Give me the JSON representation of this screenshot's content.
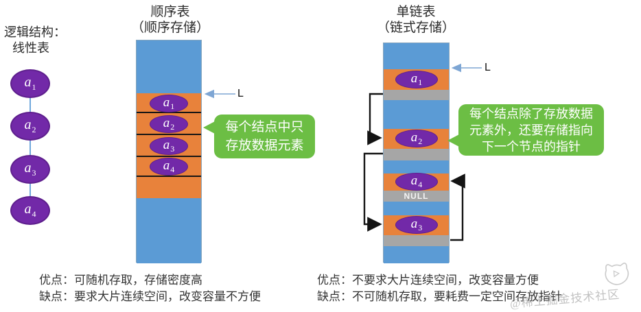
{
  "logical": {
    "title_line1": "逻辑结构：",
    "title_line2": "线性表",
    "nodes": [
      {
        "base": "a",
        "sub": "1"
      },
      {
        "base": "a",
        "sub": "2"
      },
      {
        "base": "a",
        "sub": "3"
      },
      {
        "base": "a",
        "sub": "4"
      }
    ]
  },
  "seq": {
    "title_line1": "顺序表",
    "title_line2": "（顺序存储）",
    "pointer_label": "L",
    "cells": [
      {
        "base": "a",
        "sub": "1"
      },
      {
        "base": "a",
        "sub": "2"
      },
      {
        "base": "a",
        "sub": "3"
      },
      {
        "base": "a",
        "sub": "4"
      }
    ],
    "callout_line1": "每个结点中只",
    "callout_line2": "存放数据元素"
  },
  "linked": {
    "title_line1": "单链表",
    "title_line2": "（链式存储）",
    "pointer_label": "L",
    "nodes": [
      {
        "base": "a",
        "sub": "1"
      },
      {
        "base": "a",
        "sub": "2"
      },
      {
        "base": "a",
        "sub": "4"
      },
      {
        "base": "a",
        "sub": "3"
      }
    ],
    "null_label": "NULL",
    "callout_line1": "每个结点除了存放数据",
    "callout_line2": "元素外，还要存储指向",
    "callout_line3": "下一个节点的指针"
  },
  "notes": {
    "seq_pros": "优点：可随机存取，存储密度高",
    "seq_cons": "缺点：要求大片连续空间，改变容量不方便",
    "linked_pros": "优点：不要求大片连续空间，改变容量方便",
    "linked_cons": "缺点：不可随机存取，要耗费一定空间存放指针"
  },
  "watermark": {
    "text": "@稀土掘金技术社区"
  },
  "palette": {
    "blue": "#5B9BD5",
    "orange": "#E8823B",
    "purple": "#7229A8",
    "gray": "#A6A6A6",
    "green": "#6CBE44",
    "arrow_black": "#141414",
    "arrow_blue": "#7EA6D4"
  }
}
